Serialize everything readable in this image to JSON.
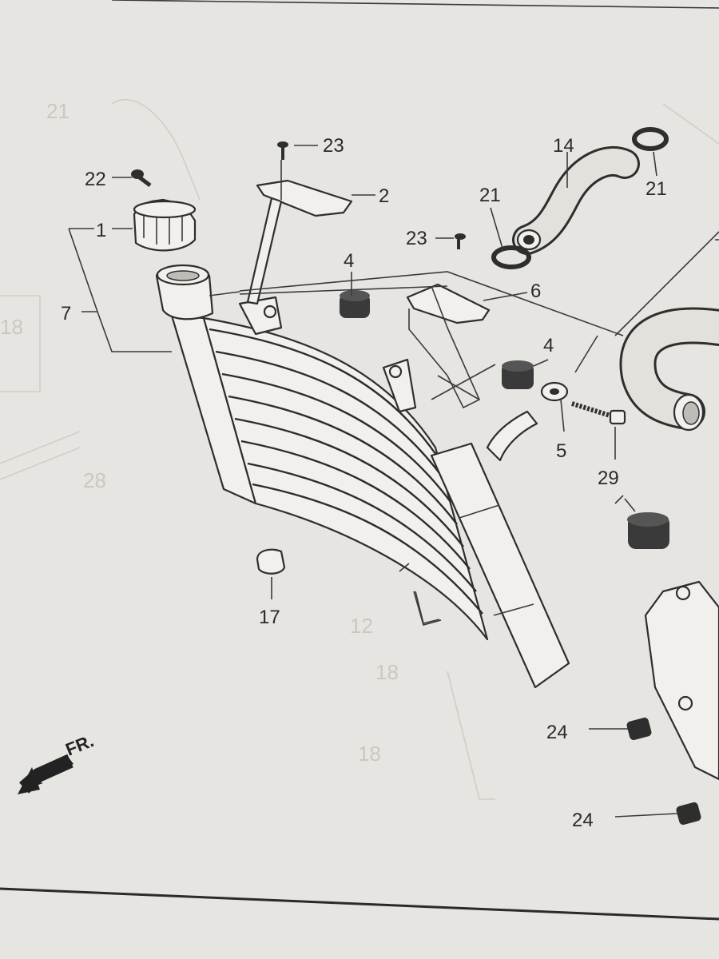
{
  "callouts": {
    "c1": "1",
    "c2": "2",
    "c4a": "4",
    "c4b": "4",
    "c5": "5",
    "c6": "6",
    "c7": "7",
    "c14": "14",
    "c17": "17",
    "c21a": "21",
    "c21b": "21",
    "c22": "22",
    "c23a": "23",
    "c23b": "23",
    "c24a": "24",
    "c24b": "24",
    "c29": "29"
  },
  "front_marker": "FR.",
  "ghost_callouts": [
    "12",
    "18",
    "18",
    "28",
    "18",
    "21"
  ],
  "colors": {
    "ink": "#2e2e2e",
    "paper": "#e6e5e1",
    "ghost": "#c9c8c3"
  }
}
